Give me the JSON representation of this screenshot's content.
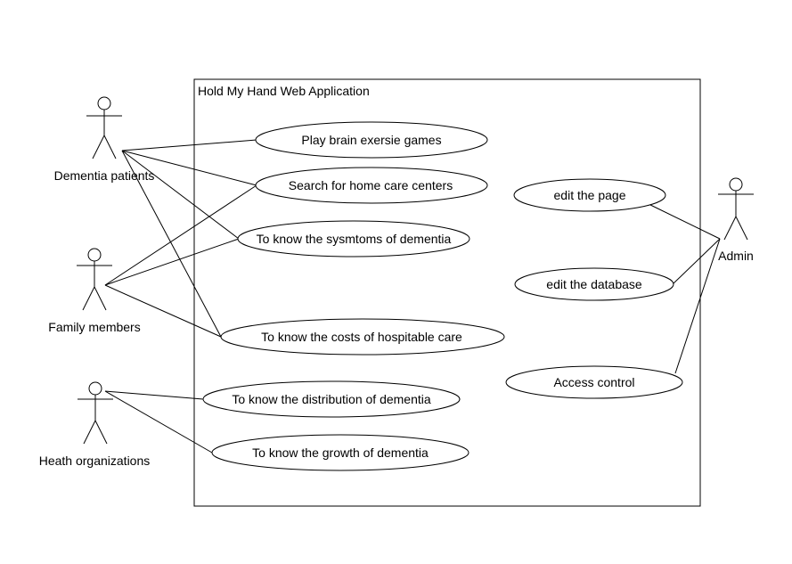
{
  "system": {
    "title": "Hold My Hand Web Application"
  },
  "actors": {
    "dementia_patients": "Dementia patients",
    "family_members": "Family members",
    "health_organizations": "Heath organizations",
    "admin": "Admin"
  },
  "use_cases": {
    "play_games": "Play brain exersie games",
    "search_centers": "Search for home care centers",
    "know_symptoms": "To know the sysmtoms of dementia",
    "know_costs": "To know the costs of hospitable care",
    "know_distribution": "To know the distribution of dementia",
    "know_growth": "To know the growth of dementia",
    "edit_page": "edit the page",
    "edit_database": "edit the database",
    "access_control": "Access control"
  },
  "colors": {
    "stroke": "#000000",
    "fill": "#ffffff"
  }
}
